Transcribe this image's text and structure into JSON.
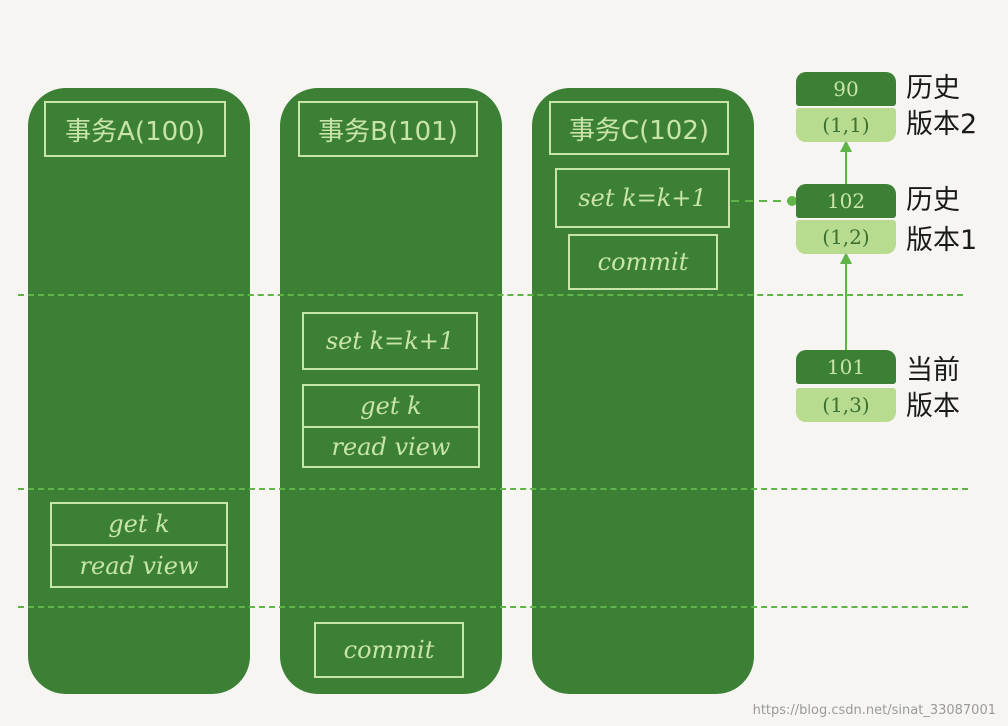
{
  "transactions": {
    "a": {
      "header": "事务A(100)",
      "get": "get k",
      "read_view": "read view"
    },
    "b": {
      "header": "事务B(101)",
      "set": "set k=k+1",
      "get": "get k",
      "read_view": "read view",
      "commit": "commit"
    },
    "c": {
      "header": "事务C(102)",
      "set": "set k=k+1",
      "commit": "commit"
    }
  },
  "versions": [
    {
      "value": "90",
      "trx": "(1,1)",
      "label_1": "历史",
      "label_2": "版本2"
    },
    {
      "value": "102",
      "trx": "(1,2)",
      "label_1": "历史",
      "label_2": "版本1"
    },
    {
      "value": "101",
      "trx": "(1,3)",
      "label_1": "当前",
      "label_2": "版本"
    }
  ],
  "colors": {
    "column": "#3c8036",
    "box_text": "#c8e4a8",
    "version_light": "#b7dc8f",
    "dashed_line": "#5fb548"
  },
  "watermark": "https://blog.csdn.net/sinat_33087001"
}
